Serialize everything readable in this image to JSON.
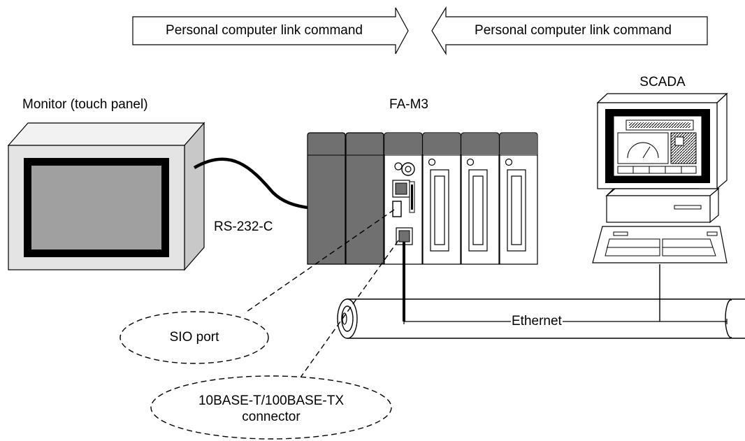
{
  "arrows": {
    "left_label": "Personal computer link command",
    "right_label": "Personal computer link command"
  },
  "devices": {
    "monitor_label": "Monitor (touch panel)",
    "plc_label": "FA-M3",
    "scada_label": "SCADA"
  },
  "links": {
    "serial_label": "RS-232-C",
    "network_label": "Ethernet"
  },
  "callouts": {
    "sio_label": "SIO port",
    "ethernet_connector_line1": "10BASE-T/100BASE-TX",
    "ethernet_connector_line2": "connector"
  },
  "colors": {
    "line": "#000000",
    "module_dark": "#707070",
    "module_light": "#ffffff",
    "screen": "#a0a0a0",
    "bezel": "#e4e4e4",
    "monitor_shadow": "#c8c8c8",
    "scada_screen": "#202020"
  }
}
